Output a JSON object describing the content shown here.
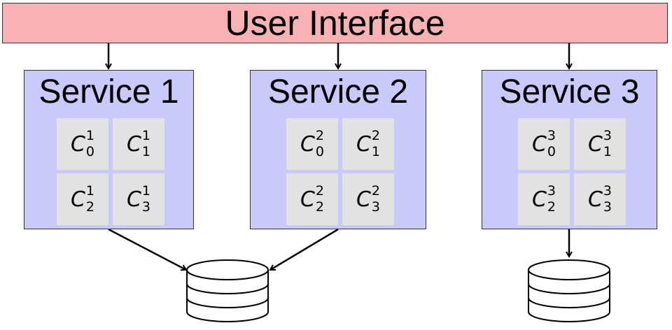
{
  "header": {
    "title": "User Interface"
  },
  "services": [
    {
      "title": "Service 1",
      "components": [
        {
          "base": "C",
          "sup": "1",
          "sub": "0"
        },
        {
          "base": "C",
          "sup": "1",
          "sub": "1"
        },
        {
          "base": "C",
          "sup": "1",
          "sub": "2"
        },
        {
          "base": "C",
          "sup": "1",
          "sub": "3"
        }
      ]
    },
    {
      "title": "Service 2",
      "components": [
        {
          "base": "C",
          "sup": "2",
          "sub": "0"
        },
        {
          "base": "C",
          "sup": "2",
          "sub": "1"
        },
        {
          "base": "C",
          "sup": "2",
          "sub": "2"
        },
        {
          "base": "C",
          "sup": "2",
          "sub": "3"
        }
      ]
    },
    {
      "title": "Service 3",
      "components": [
        {
          "base": "C",
          "sup": "3",
          "sub": "0"
        },
        {
          "base": "C",
          "sup": "3",
          "sub": "1"
        },
        {
          "base": "C",
          "sup": "3",
          "sub": "2"
        },
        {
          "base": "C",
          "sup": "3",
          "sub": "3"
        }
      ]
    }
  ],
  "colors": {
    "ui_bar": "#f8b2b4",
    "service_box": "#c9c9fb",
    "component_box": "#e2e2e2",
    "stroke": "#000000"
  }
}
